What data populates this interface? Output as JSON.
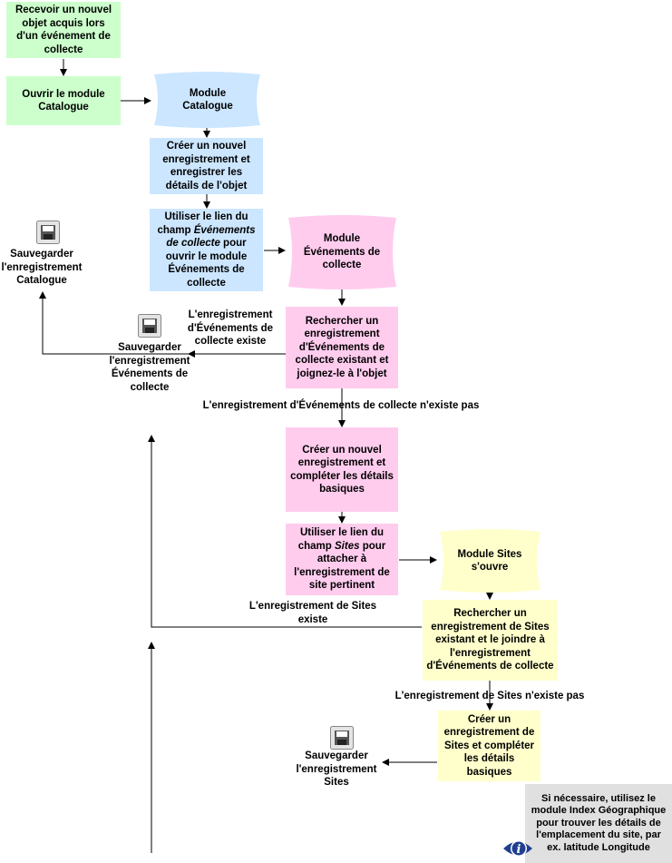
{
  "steps": {
    "receive": "Recevoir un nouvel objet acquis lors d'un événement de collecte",
    "open_catalogue": "Ouvrir le module Catalogue",
    "module_catalogue": "Module Catalogue",
    "create_catalogue": "Créer un nouvel enregistrement et enregistrer les détails de l'objet",
    "use_link_events_1": "Utiliser le lien du champ ",
    "use_link_events_em": "Événements de collecte",
    "use_link_events_2": " pour ouvrir le module Événements de collecte",
    "module_events": "Module Événements de collecte",
    "search_events": "Rechercher un enregistrement d'Événements de collecte existant et joignez-le à l'objet",
    "create_events": "Créer un nouvel enregistrement et compléter les détails basiques",
    "use_link_sites_1": "Utiliser le lien du champ ",
    "use_link_sites_em": "Sites",
    "use_link_sites_2": " pour attacher à l'enregistrement de site pertinent",
    "module_sites": "Module Sites s'ouvre",
    "search_sites": "Rechercher un enregistrement de Sites existant et le joindre à l'enregistrement d'Événements de collecte",
    "create_sites": "Créer un enregistrement de Sites et compléter les détails basiques",
    "note": "Si nécessaire, utilisez le module Index Géographique pour trouver les détails de l'emplacement du site, par ex. latitude Longitude"
  },
  "labels": {
    "save_catalogue": "Sauvegarder l'enregistrement Catalogue",
    "events_exists": "L'enregistrement d'Événements de collecte existe",
    "save_events": "Sauvegarder l'enregistrement Événements de collecte",
    "events_not_exists": "L'enregistrement d'Événements de collecte  n'existe pas",
    "sites_exists": "L'enregistrement de Sites existe",
    "sites_not_exists": "L'enregistrement de Sites n'existe pas",
    "save_sites": "Sauvegarder l'enregistrement Sites"
  },
  "colors": {
    "green": "#ccffcc",
    "blue": "#cce6ff",
    "pink": "#ffccee",
    "yellow": "#ffffcc",
    "note": "#e0e0e0"
  },
  "icons": {
    "save": "floppy-disk-icon",
    "info": "info-eye-icon"
  }
}
